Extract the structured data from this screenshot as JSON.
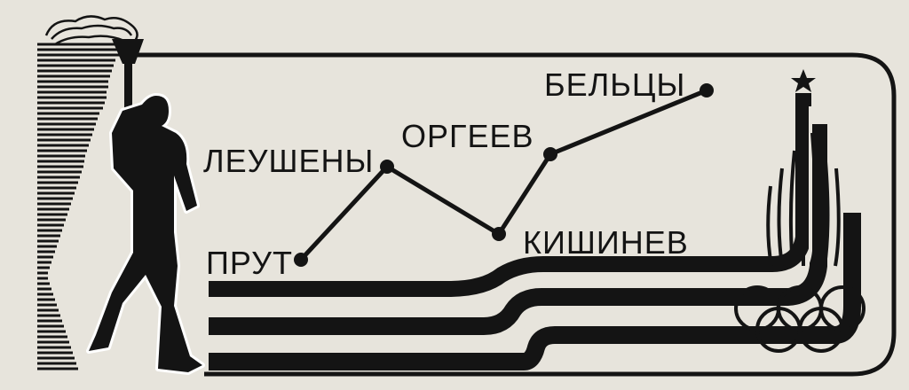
{
  "colors": {
    "paper": "#e7e4dc",
    "ink": "#141414"
  },
  "route": {
    "stops": [
      {
        "name": "ПРУТ"
      },
      {
        "name": "ЛЕУШЕНЫ"
      },
      {
        "name": "КИШИНЕВ"
      },
      {
        "name": "ОРГЕЕВ"
      },
      {
        "name": "БЕЛЬЦЫ"
      }
    ]
  },
  "icons": {
    "runner": "torch-bearer-icon",
    "torch": "torch-flame-icon",
    "emblem": "moscow-olympics-emblem-icon",
    "star": "star-icon",
    "rings": "olympic-rings-icon"
  }
}
